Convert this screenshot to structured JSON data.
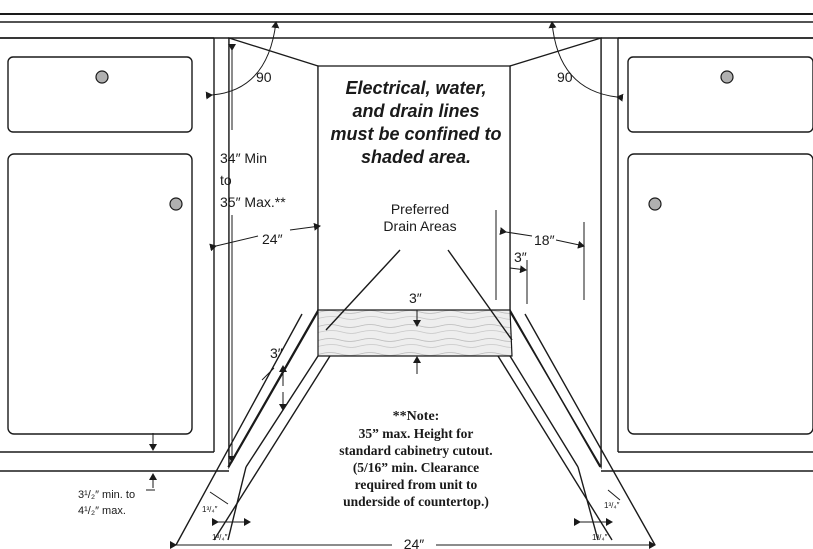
{
  "shaded_note": {
    "line1": "Electrical, water,",
    "line2": "and drain lines",
    "line3": "must be confined to",
    "line4": "shaded area."
  },
  "preferred_drain": {
    "line1": "Preferred",
    "line2": "Drain Areas"
  },
  "height_range": {
    "line1": "34″ Min",
    "line2": "to",
    "line3": "35″ Max.**"
  },
  "angles": {
    "left": "90",
    "right": "90"
  },
  "dimensions": {
    "depth_left": "24″",
    "side_right": "18″",
    "offset_right": "3″",
    "shaded_top": "3″",
    "diag_left": "3″",
    "bottom_width": "24″",
    "small_left_a": "1³/₄″",
    "small_left_b": "1³/₄″",
    "small_right_a": "1³/₄″",
    "small_right_b": "1³/₄″"
  },
  "toe_kick": {
    "line1": "3¹/₂″ min. to",
    "line2": "4¹/₂″ max."
  },
  "note": {
    "title": "**Note:",
    "line1": "35” max. Height for",
    "line2": "standard cabinetry cutout.",
    "line3": "(5/16” min. Clearance",
    "line4": "required from unit to",
    "line5": "underside of countertop.)"
  },
  "colors": {
    "ink": "#1a1a1a",
    "shade": "#e6e6e6",
    "knob": "#b0b0b0",
    "paper": "#ffffff"
  }
}
